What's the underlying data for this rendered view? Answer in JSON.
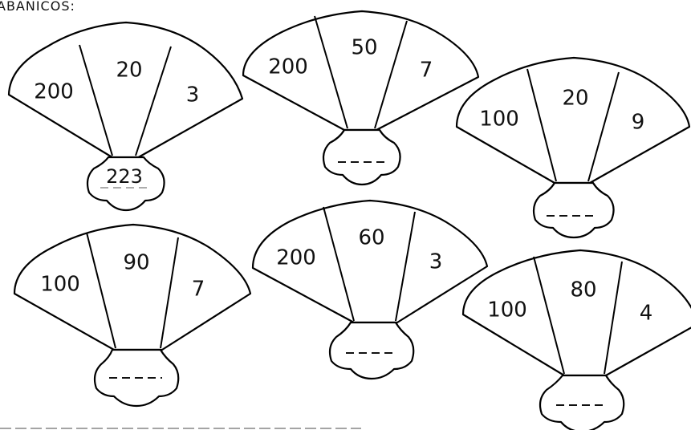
{
  "title": "ABANICOS:",
  "fans": [
    {
      "sections": [
        "200",
        "20",
        "3"
      ],
      "answer": "223"
    },
    {
      "sections": [
        "200",
        "50",
        "7"
      ],
      "answer": ""
    },
    {
      "sections": [
        "100",
        "20",
        "9"
      ],
      "answer": ""
    },
    {
      "sections": [
        "100",
        "90",
        "7"
      ],
      "answer": ""
    },
    {
      "sections": [
        "200",
        "60",
        "3"
      ],
      "answer": ""
    },
    {
      "sections": [
        "100",
        "80",
        "4"
      ],
      "answer": ""
    }
  ]
}
